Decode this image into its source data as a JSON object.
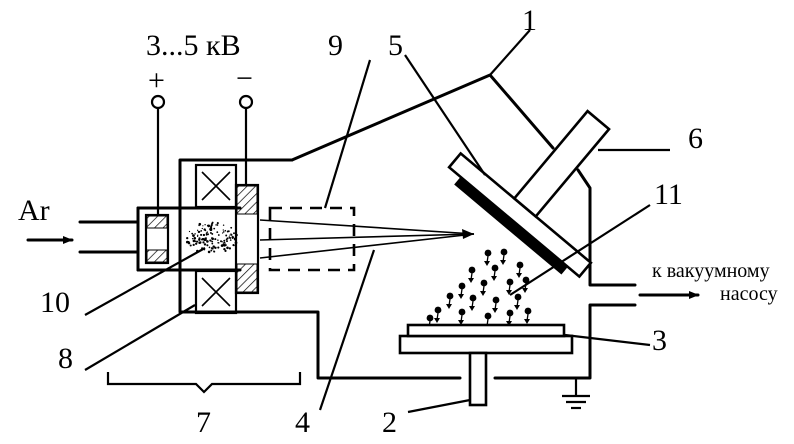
{
  "voltage": {
    "text": "3...5 кВ",
    "plus": "+",
    "minus": "−"
  },
  "gas": {
    "text": "Ar"
  },
  "pump": {
    "line1": "к вакуумному",
    "line2": "насосу"
  },
  "labels": [
    "1",
    "2",
    "3",
    "4",
    "5",
    "6",
    "7",
    "8",
    "9",
    "10",
    "11"
  ]
}
